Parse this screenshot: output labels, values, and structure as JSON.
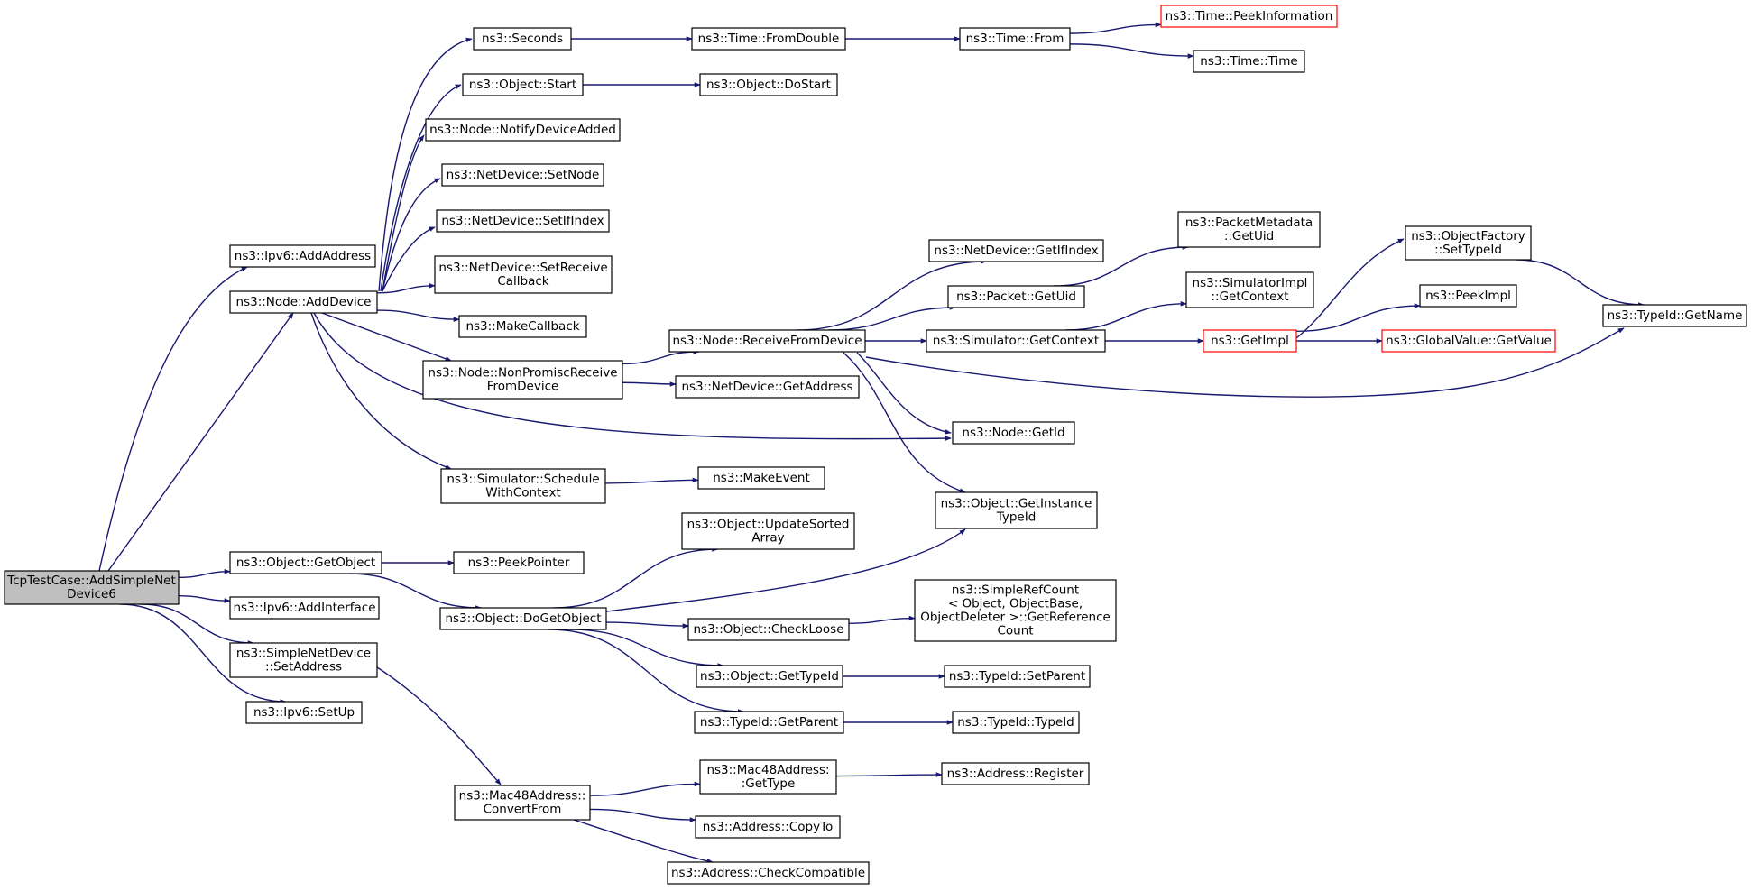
{
  "colors": {
    "edge": "#191970",
    "root_fill": "#bfbfbf",
    "truncated_border": "#ff0000"
  },
  "nodes": [
    {
      "id": "root",
      "lines": [
        "TcpTestCase::AddSimpleNet",
        "Device6"
      ],
      "style": "root"
    },
    {
      "id": "ipv6_addaddress",
      "lines": [
        "ns3::Ipv6::AddAddress"
      ]
    },
    {
      "id": "node_adddevice",
      "lines": [
        "ns3::Node::AddDevice"
      ]
    },
    {
      "id": "object_getobject",
      "lines": [
        "ns3::Object::GetObject"
      ]
    },
    {
      "id": "ipv6_addinterface",
      "lines": [
        "ns3::Ipv6::AddInterface"
      ]
    },
    {
      "id": "simplenetdevice_setaddress",
      "lines": [
        "ns3::SimpleNetDevice",
        "::SetAddress"
      ]
    },
    {
      "id": "ipv6_setup",
      "lines": [
        "ns3::Ipv6::SetUp"
      ]
    },
    {
      "id": "seconds",
      "lines": [
        "ns3::Seconds"
      ]
    },
    {
      "id": "object_start",
      "lines": [
        "ns3::Object::Start"
      ]
    },
    {
      "id": "node_notifydeviceadded",
      "lines": [
        "ns3::Node::NotifyDeviceAdded"
      ]
    },
    {
      "id": "netdevice_setnode",
      "lines": [
        "ns3::NetDevice::SetNode"
      ]
    },
    {
      "id": "netdevice_setifindex",
      "lines": [
        "ns3::NetDevice::SetIfIndex"
      ]
    },
    {
      "id": "netdevice_setreceivecallback",
      "lines": [
        "ns3::NetDevice::SetReceive",
        "Callback"
      ]
    },
    {
      "id": "makecallback",
      "lines": [
        "ns3::MakeCallback"
      ]
    },
    {
      "id": "node_nonpromiscreceivefromdevice",
      "lines": [
        "ns3::Node::NonPromiscReceive",
        "FromDevice"
      ]
    },
    {
      "id": "simulator_schedulewithcontext",
      "lines": [
        "ns3::Simulator::Schedule",
        "WithContext"
      ]
    },
    {
      "id": "peekpointer",
      "lines": [
        "ns3::PeekPointer"
      ]
    },
    {
      "id": "object_dogetobject",
      "lines": [
        "ns3::Object::DoGetObject"
      ]
    },
    {
      "id": "mac48address_convertfrom",
      "lines": [
        "ns3::Mac48Address::",
        "ConvertFrom"
      ]
    },
    {
      "id": "time_fromdouble",
      "lines": [
        "ns3::Time::FromDouble"
      ]
    },
    {
      "id": "object_dostart",
      "lines": [
        "ns3::Object::DoStart"
      ]
    },
    {
      "id": "node_receivefromdevice",
      "lines": [
        "ns3::Node::ReceiveFromDevice"
      ]
    },
    {
      "id": "netdevice_getaddress",
      "lines": [
        "ns3::NetDevice::GetAddress"
      ]
    },
    {
      "id": "makeevent",
      "lines": [
        "ns3::MakeEvent"
      ]
    },
    {
      "id": "object_updatesortedarray",
      "lines": [
        "ns3::Object::UpdateSorted",
        "Array"
      ]
    },
    {
      "id": "object_checkloose",
      "lines": [
        "ns3::Object::CheckLoose"
      ]
    },
    {
      "id": "object_gettypeid",
      "lines": [
        "ns3::Object::GetTypeId"
      ]
    },
    {
      "id": "typeid_getparent",
      "lines": [
        "ns3::TypeId::GetParent"
      ]
    },
    {
      "id": "mac48address_gettype",
      "lines": [
        "ns3::Mac48Address:",
        ":GetType"
      ]
    },
    {
      "id": "address_copyto",
      "lines": [
        "ns3::Address::CopyTo"
      ]
    },
    {
      "id": "address_checkcompatible",
      "lines": [
        "ns3::Address::CheckCompatible"
      ]
    },
    {
      "id": "time_from",
      "lines": [
        "ns3::Time::From"
      ]
    },
    {
      "id": "netdevice_getifindex",
      "lines": [
        "ns3::NetDevice::GetIfIndex"
      ]
    },
    {
      "id": "packet_getuid",
      "lines": [
        "ns3::Packet::GetUid"
      ]
    },
    {
      "id": "simulator_getcontext",
      "lines": [
        "ns3::Simulator::GetContext"
      ]
    },
    {
      "id": "node_getid",
      "lines": [
        "ns3::Node::GetId"
      ]
    },
    {
      "id": "object_getinstancetypeid",
      "lines": [
        "ns3::Object::GetInstance",
        "TypeId"
      ]
    },
    {
      "id": "simplerefcount_getreferencecount",
      "lines": [
        "ns3::SimpleRefCount",
        "< Object, ObjectBase,",
        " ObjectDeleter >::GetReference",
        "Count"
      ]
    },
    {
      "id": "typeid_setparent",
      "lines": [
        "ns3::TypeId::SetParent"
      ]
    },
    {
      "id": "typeid_typeid",
      "lines": [
        "ns3::TypeId::TypeId"
      ]
    },
    {
      "id": "address_register",
      "lines": [
        "ns3::Address::Register"
      ]
    },
    {
      "id": "time_peekinformation",
      "lines": [
        "ns3::Time::PeekInformation"
      ],
      "style": "red"
    },
    {
      "id": "time_time",
      "lines": [
        "ns3::Time::Time"
      ]
    },
    {
      "id": "packetmetadata_getuid",
      "lines": [
        "ns3::PacketMetadata",
        "::GetUid"
      ]
    },
    {
      "id": "simulatorimpl_getcontext",
      "lines": [
        "ns3::SimulatorImpl",
        "::GetContext"
      ]
    },
    {
      "id": "getimpl",
      "lines": [
        "ns3::GetImpl"
      ],
      "style": "red"
    },
    {
      "id": "objectfactory_settypeid",
      "lines": [
        "ns3::ObjectFactory",
        "::SetTypeId"
      ]
    },
    {
      "id": "peekimpl",
      "lines": [
        "ns3::PeekImpl"
      ]
    },
    {
      "id": "globalvalue_getvalue",
      "lines": [
        "ns3::GlobalValue::GetValue"
      ],
      "style": "red"
    },
    {
      "id": "typeid_getname",
      "lines": [
        "ns3::TypeId::GetName"
      ]
    }
  ],
  "edges": [
    [
      "root",
      "ipv6_addaddress"
    ],
    [
      "root",
      "node_adddevice"
    ],
    [
      "root",
      "object_getobject"
    ],
    [
      "root",
      "ipv6_addinterface"
    ],
    [
      "root",
      "simplenetdevice_setaddress"
    ],
    [
      "root",
      "ipv6_setup"
    ],
    [
      "node_adddevice",
      "seconds"
    ],
    [
      "node_adddevice",
      "object_start"
    ],
    [
      "node_adddevice",
      "node_notifydeviceadded"
    ],
    [
      "node_adddevice",
      "netdevice_setnode"
    ],
    [
      "node_adddevice",
      "netdevice_setifindex"
    ],
    [
      "node_adddevice",
      "netdevice_setreceivecallback"
    ],
    [
      "node_adddevice",
      "makecallback"
    ],
    [
      "node_adddevice",
      "node_nonpromiscreceivefromdevice"
    ],
    [
      "node_adddevice",
      "node_getid"
    ],
    [
      "node_adddevice",
      "simulator_schedulewithcontext"
    ],
    [
      "seconds",
      "time_fromdouble"
    ],
    [
      "time_fromdouble",
      "time_from"
    ],
    [
      "time_from",
      "time_peekinformation"
    ],
    [
      "time_from",
      "time_time"
    ],
    [
      "object_start",
      "object_dostart"
    ],
    [
      "node_nonpromiscreceivefromdevice",
      "node_receivefromdevice"
    ],
    [
      "node_nonpromiscreceivefromdevice",
      "netdevice_getaddress"
    ],
    [
      "node_receivefromdevice",
      "netdevice_getifindex"
    ],
    [
      "node_receivefromdevice",
      "packet_getuid"
    ],
    [
      "node_receivefromdevice",
      "simulator_getcontext"
    ],
    [
      "node_receivefromdevice",
      "typeid_getname"
    ],
    [
      "node_receivefromdevice",
      "node_getid"
    ],
    [
      "node_receivefromdevice",
      "object_getinstancetypeid"
    ],
    [
      "packet_getuid",
      "packetmetadata_getuid"
    ],
    [
      "simulator_getcontext",
      "simulatorimpl_getcontext"
    ],
    [
      "simulator_getcontext",
      "getimpl"
    ],
    [
      "getimpl",
      "objectfactory_settypeid"
    ],
    [
      "getimpl",
      "peekimpl"
    ],
    [
      "getimpl",
      "globalvalue_getvalue"
    ],
    [
      "objectfactory_settypeid",
      "typeid_getname"
    ],
    [
      "simulator_schedulewithcontext",
      "makeevent"
    ],
    [
      "object_getobject",
      "peekpointer"
    ],
    [
      "object_getobject",
      "object_dogetobject"
    ],
    [
      "object_dogetobject",
      "object_updatesortedarray"
    ],
    [
      "object_dogetobject",
      "object_getinstancetypeid"
    ],
    [
      "object_dogetobject",
      "object_checkloose"
    ],
    [
      "object_dogetobject",
      "object_gettypeid"
    ],
    [
      "object_dogetobject",
      "typeid_getparent"
    ],
    [
      "object_checkloose",
      "simplerefcount_getreferencecount"
    ],
    [
      "object_gettypeid",
      "typeid_setparent"
    ],
    [
      "typeid_getparent",
      "typeid_typeid"
    ],
    [
      "simplenetdevice_setaddress",
      "mac48address_convertfrom"
    ],
    [
      "mac48address_convertfrom",
      "mac48address_gettype"
    ],
    [
      "mac48address_convertfrom",
      "address_copyto"
    ],
    [
      "mac48address_convertfrom",
      "address_checkcompatible"
    ],
    [
      "mac48address_gettype",
      "address_register"
    ]
  ]
}
